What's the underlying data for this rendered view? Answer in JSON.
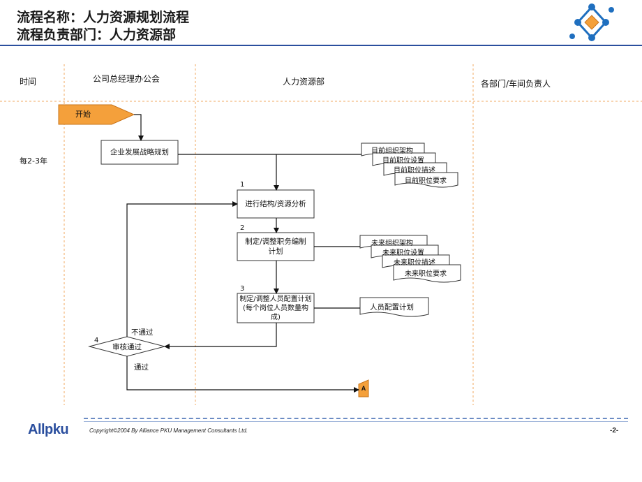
{
  "header": {
    "title_line1": "流程名称：人力资源规划流程",
    "title_line2": "流程负责部门：人力资源部"
  },
  "lanes": {
    "time": "时间",
    "gm_office": "公司总经理办公会",
    "hr": "人力资源部",
    "departments": "各部门/车间负责人"
  },
  "time_label": "每2-3年",
  "start_label": "开始",
  "boxes": {
    "strategy": "企业发展战略规划",
    "step1": "进行结构/资源分析",
    "step2": "制定/调整职务编制计划",
    "step3": "制定/调整人员配置计划(每个岗位人员数量构成)",
    "step4": "审核通过"
  },
  "step_numbers": {
    "s1": "1",
    "s2": "2",
    "s3": "3",
    "s4": "4"
  },
  "current_docs": [
    "目前组织架构",
    "目前职位设置",
    "目前职位描述",
    "目前职位要求"
  ],
  "future_docs": [
    "未来组织架构",
    "未来职位设置",
    "未来职位描述",
    "未来职位要求"
  ],
  "staffing_doc": "人员配置计划",
  "labels": {
    "fail": "不通过",
    "pass": "通过"
  },
  "connector": "A",
  "footer": {
    "logo": "Allpku",
    "copyright": "Copyright©2004 By Alliance PKU Management Consultants Ltd.",
    "page": "-2-"
  },
  "colors": {
    "accent": "#f4a03b",
    "rule": "#2b4f9e",
    "logo_blue": "#1f6fbf"
  }
}
